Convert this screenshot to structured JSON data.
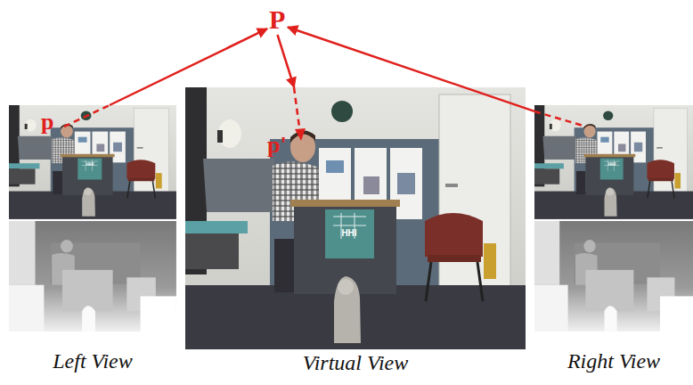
{
  "diagram": {
    "nodes": [
      {
        "text": [
          "P"
        ]
      },
      {
        "text": [
          "Left View"
        ]
      },
      {
        "text": [
          "Virtual View"
        ]
      },
      {
        "text": [
          "Right View"
        ]
      }
    ],
    "edges": [
      {
        "from": 1,
        "to": 0,
        "arrow": "to"
      },
      {
        "from": 0,
        "to": 2,
        "arrow": "to"
      },
      {
        "from": 3,
        "to": 0,
        "arrow": "to"
      }
    ],
    "labels": [
      "p",
      "p'",
      "HHI",
      "HHI",
      "HHI"
    ]
  }
}
